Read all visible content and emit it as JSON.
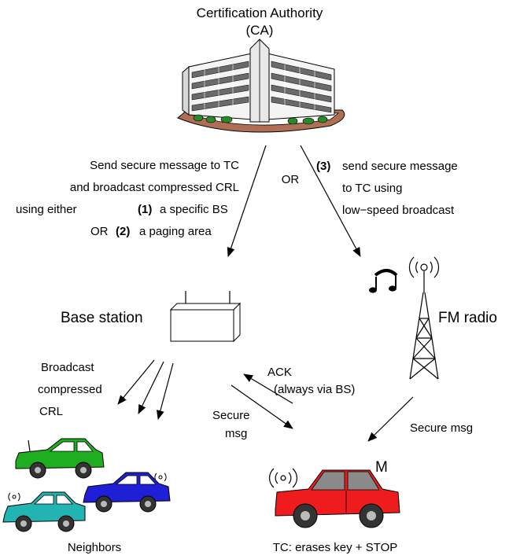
{
  "ca": {
    "title_line1": "Certification Authority",
    "title_line2": "(CA)"
  },
  "left_msg": {
    "line1": "Send secure message to TC",
    "line2": "and broadcast compressed CRL",
    "line3_a": "using either",
    "line3_b": "(1)",
    "line3_c": "a specific BS",
    "line4_a": "OR",
    "line4_b": "(2)",
    "line4_c": "a paging area"
  },
  "or_label": "OR",
  "right_msg": {
    "line1_a": "(3)",
    "line1_b": "send secure message",
    "line2": "to TC using",
    "line3": "low−speed broadcast"
  },
  "base_station": {
    "label": "Base station"
  },
  "fm_radio": {
    "label": "FM radio"
  },
  "broadcast": {
    "line1": "Broadcast",
    "line2": "compressed",
    "line3": "CRL"
  },
  "ack": {
    "line1": "ACK",
    "line2": "(always via BS)"
  },
  "secure_left": {
    "line1": "Secure",
    "line2": "msg"
  },
  "secure_right": "Secure msg",
  "mobile_label": "M",
  "neighbors_label": "Neighbors",
  "tc_label": "TC: erases key + STOP",
  "colors": {
    "car_green": "#1fae1f",
    "car_blue": "#1f1fd6",
    "car_teal": "#22b3b3",
    "car_red": "#ee1c1c",
    "car_roof_gray": "#8a8a8a",
    "building_ground": "#b06f55"
  }
}
